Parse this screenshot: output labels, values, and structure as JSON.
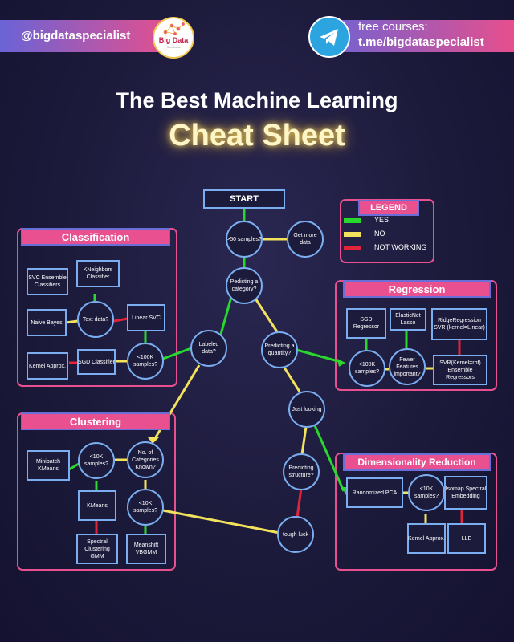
{
  "header": {
    "handle": "@bigdataspecialist",
    "logo_text": "Big Data",
    "logo_tagline": "Specialist",
    "free_courses": "free courses:",
    "channel": "t.me/bigdataspecialist"
  },
  "title": "The Best Machine Learning",
  "subtitle": "Cheat Sheet",
  "legend": {
    "title": "LEGEND",
    "items": [
      {
        "label": "YES",
        "color": "#29d82c"
      },
      {
        "label": "NO",
        "color": "#f2e25c"
      },
      {
        "label": "NOT WORKING",
        "color": "#e0243a"
      }
    ]
  },
  "sections": {
    "classification": "Classification",
    "regression": "Regression",
    "clustering": "Clustering",
    "dimensionality": "Dimensionality Reduction"
  },
  "nodes": {
    "start": "START",
    "gt50": ">50 samples?",
    "get_more_data": "Get more data",
    "predicting_category": "Pedicting a category?",
    "labeled_data": "Labeled data?",
    "predicting_quantity": "Predicting a quantity?",
    "just_looking": "Just looking",
    "predicting_structure": "Predicting structure?",
    "tough_luck": "tough luck",
    "svc_ensemble": "SVC Ensemble Classifiers",
    "kneighbors": "KNeighbors Classifier",
    "naive_bayes": "Naive Bayes",
    "text_data": "Text data?",
    "linear_svc": "Linear SVC",
    "kernel_approx_cls": "Kernel Approx.",
    "sgd_classifier": "SGD Classifier",
    "lt100k_cls": "<100K samples?",
    "sgd_regressor": "SGD Regressor",
    "elasticnet_lasso": "ElasticNet Lasso",
    "ridge_svr": "RidgeRegression SVR (kernel=Linear)",
    "lt100k_reg": "<100K samples?",
    "fewer_features": "Fewer Features important?",
    "svr_ensemble": "SVR(Kernel=rbf) Ensemble Regressors",
    "minibatch_kmeans": "Minibatch KMeans",
    "lt10k_clu_a": "<10K samples?",
    "num_categories": "No. of Categories Known?",
    "kmeans": "KMeans",
    "lt10k_clu_b": "<10K samples?",
    "spectral_gmm": "Spectral Clustering GMM",
    "meanshift": "Meanshift VBGMM",
    "randomized_pca": "Randomized PCA",
    "lt10k_dim": "<10K samples?",
    "isomap": "Isomap Spectral Embedding",
    "kernel_approx_dim": "Kernel Approx.",
    "lle": "LLE"
  }
}
